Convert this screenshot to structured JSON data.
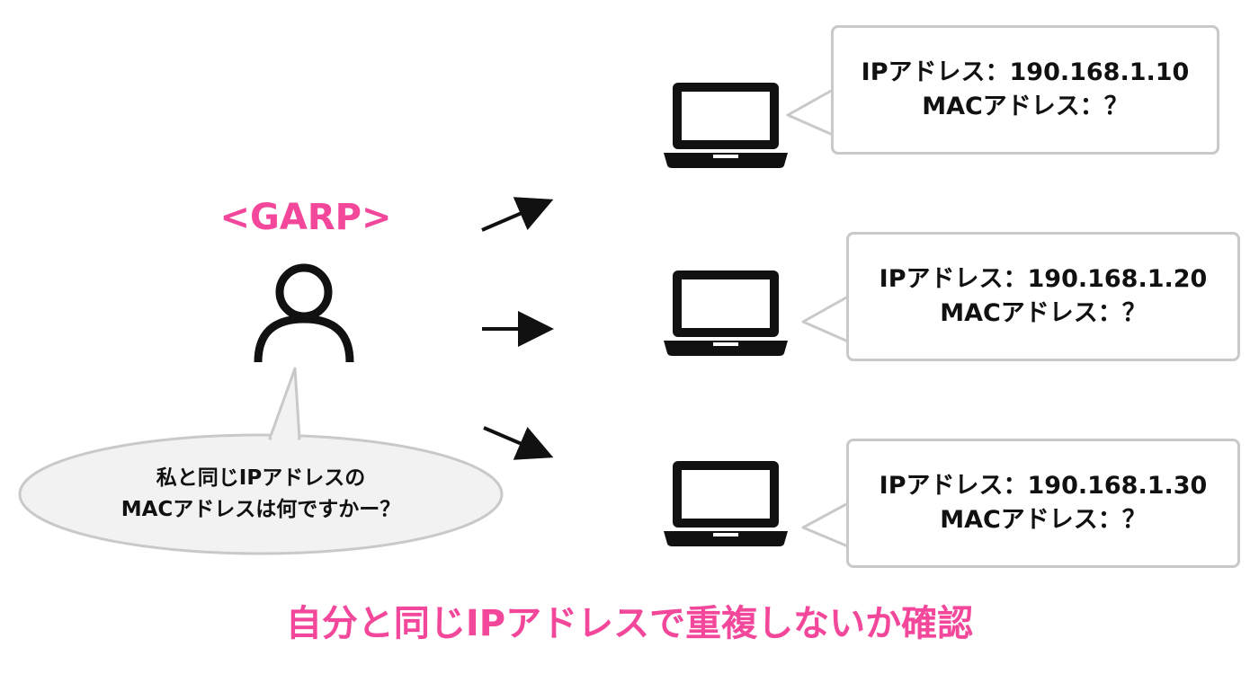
{
  "title": "<GARP>",
  "sender": {
    "icon": "person-icon",
    "speech_line1": "私と同じIPアドレスの",
    "speech_line2": "MACアドレスは何ですかー？"
  },
  "hosts": [
    {
      "icon": "laptop-icon",
      "ip_line": "IPアドレス：190.168.1.10",
      "mac_line": "MACアドレス：？"
    },
    {
      "icon": "laptop-icon",
      "ip_line": "IPアドレス：190.168.1.20",
      "mac_line": "MACアドレス：？"
    },
    {
      "icon": "laptop-icon",
      "ip_line": "IPアドレス：190.168.1.30",
      "mac_line": "MACアドレス：？"
    }
  ],
  "conclusion": "自分と同じIPアドレスで重複しないか確認",
  "colors": {
    "accent": "#f2479a",
    "callout_border": "#c9c9c9",
    "ink": "#111111"
  }
}
